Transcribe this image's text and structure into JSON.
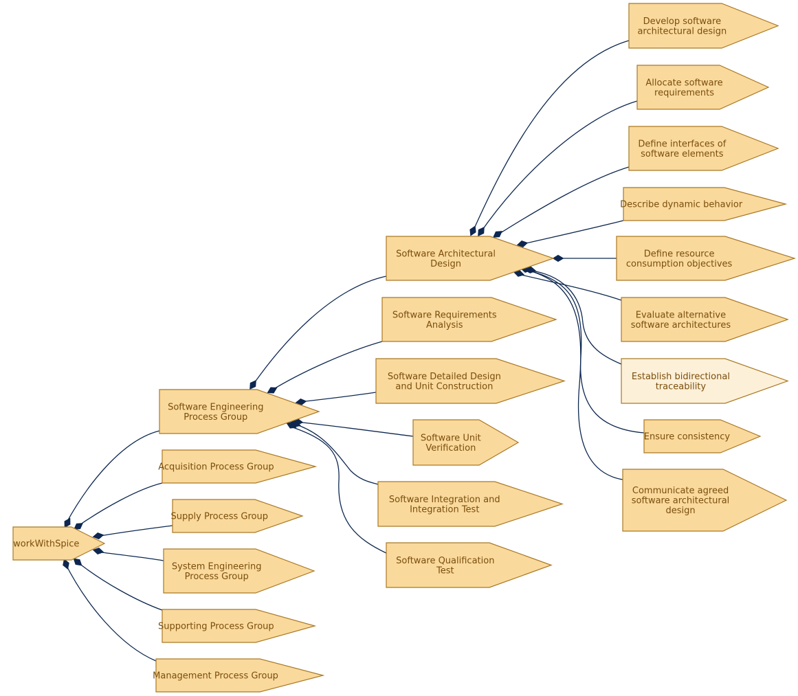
{
  "diagram": {
    "root": "workWithSpice",
    "colors": {
      "node_fill": "#fad99d",
      "node_highlight_fill": "#fdf0d8",
      "node_stroke": "#a97924",
      "text": "#7a4e0c",
      "edge": "#0d2750"
    },
    "nodes": [
      {
        "id": "work",
        "label": [
          "workWithSpice"
        ]
      },
      {
        "id": "seg",
        "label": [
          "Software Engineering",
          "Process Group"
        ]
      },
      {
        "id": "acq",
        "label": [
          "Acquisition Process Group"
        ]
      },
      {
        "id": "sup",
        "label": [
          "Supply Process Group"
        ]
      },
      {
        "id": "sys",
        "label": [
          "System Engineering",
          "Process Group"
        ]
      },
      {
        "id": "spt",
        "label": [
          "Supporting Process Group"
        ]
      },
      {
        "id": "mgt",
        "label": [
          "Management Process Group"
        ]
      },
      {
        "id": "sad",
        "label": [
          "Software Architectural",
          "Design"
        ]
      },
      {
        "id": "sra",
        "label": [
          "Software Requirements",
          "Analysis"
        ]
      },
      {
        "id": "sdd",
        "label": [
          "Software Detailed Design",
          "and Unit Construction"
        ]
      },
      {
        "id": "suv",
        "label": [
          "Software Unit",
          "Verification"
        ]
      },
      {
        "id": "sit",
        "label": [
          "Software Integration and",
          "Integration Test"
        ]
      },
      {
        "id": "sqt",
        "label": [
          "Software Qualification",
          "Test"
        ]
      },
      {
        "id": "d1",
        "label": [
          "Develop software",
          "architectural design"
        ]
      },
      {
        "id": "d2",
        "label": [
          "Allocate software",
          "requirements"
        ]
      },
      {
        "id": "d3",
        "label": [
          "Define interfaces of",
          "software elements"
        ]
      },
      {
        "id": "d4",
        "label": [
          "Describe dynamic behavior"
        ]
      },
      {
        "id": "d5",
        "label": [
          "Define resource",
          "consumption objectives"
        ]
      },
      {
        "id": "d6",
        "label": [
          "Evaluate alternative",
          "software architectures"
        ]
      },
      {
        "id": "d7",
        "label": [
          "Establish bidirectional",
          "traceability"
        ],
        "highlight": true
      },
      {
        "id": "d8",
        "label": [
          "Ensure consistency"
        ]
      },
      {
        "id": "d9",
        "label": [
          "Communicate agreed",
          "software architectural",
          "design"
        ]
      }
    ],
    "edges": [
      {
        "from": "work",
        "to": "seg"
      },
      {
        "from": "work",
        "to": "acq"
      },
      {
        "from": "work",
        "to": "sup"
      },
      {
        "from": "work",
        "to": "sys"
      },
      {
        "from": "work",
        "to": "spt"
      },
      {
        "from": "work",
        "to": "mgt"
      },
      {
        "from": "seg",
        "to": "sad"
      },
      {
        "from": "seg",
        "to": "sra"
      },
      {
        "from": "seg",
        "to": "sdd"
      },
      {
        "from": "seg",
        "to": "suv"
      },
      {
        "from": "seg",
        "to": "sit"
      },
      {
        "from": "seg",
        "to": "sqt"
      },
      {
        "from": "sad",
        "to": "d1"
      },
      {
        "from": "sad",
        "to": "d2"
      },
      {
        "from": "sad",
        "to": "d3"
      },
      {
        "from": "sad",
        "to": "d4"
      },
      {
        "from": "sad",
        "to": "d5"
      },
      {
        "from": "sad",
        "to": "d6"
      },
      {
        "from": "sad",
        "to": "d7"
      },
      {
        "from": "sad",
        "to": "d8"
      },
      {
        "from": "sad",
        "to": "d9"
      }
    ]
  }
}
